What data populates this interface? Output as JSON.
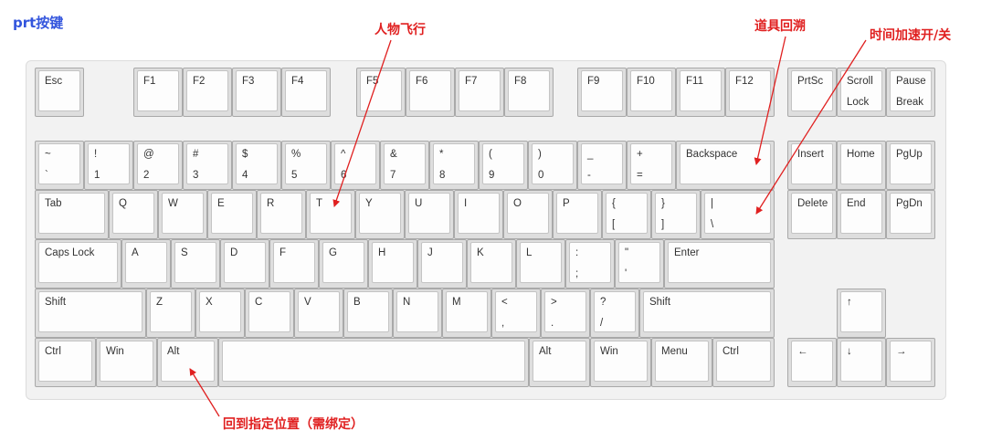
{
  "title": "prt按键",
  "annotations": {
    "fly": "人物飞行",
    "item_rewind": "道具回溯",
    "time_accel": "时间加速开/关",
    "return_pos": "回到指定位置（需绑定）"
  },
  "colors": {
    "title": "#3355dd",
    "annotation": "#e02020",
    "key_face": "#fdfdfd",
    "key_border": "#a9a9a9"
  },
  "keys": [
    {
      "id": "esc",
      "l1": "Esc",
      "l2": ""
    },
    {
      "id": "f1",
      "l1": "F1",
      "l2": ""
    },
    {
      "id": "f2",
      "l1": "F2",
      "l2": ""
    },
    {
      "id": "f3",
      "l1": "F3",
      "l2": ""
    },
    {
      "id": "f4",
      "l1": "F4",
      "l2": ""
    },
    {
      "id": "f5",
      "l1": "F5",
      "l2": ""
    },
    {
      "id": "f6",
      "l1": "F6",
      "l2": ""
    },
    {
      "id": "f7",
      "l1": "F7",
      "l2": ""
    },
    {
      "id": "f8",
      "l1": "F8",
      "l2": ""
    },
    {
      "id": "f9",
      "l1": "F9",
      "l2": ""
    },
    {
      "id": "f10",
      "l1": "F10",
      "l2": ""
    },
    {
      "id": "f11",
      "l1": "F11",
      "l2": ""
    },
    {
      "id": "f12",
      "l1": "F12",
      "l2": ""
    },
    {
      "id": "prtsc",
      "l1": "PrtSc",
      "l2": ""
    },
    {
      "id": "scroll",
      "l1": "Scroll",
      "l2": "Lock"
    },
    {
      "id": "pause",
      "l1": "Pause",
      "l2": "Break"
    },
    {
      "id": "tilde",
      "l1": "~",
      "l2": "`"
    },
    {
      "id": "k1",
      "l1": "!",
      "l2": "1"
    },
    {
      "id": "k2",
      "l1": "@",
      "l2": "2"
    },
    {
      "id": "k3",
      "l1": "#",
      "l2": "3"
    },
    {
      "id": "k4",
      "l1": "$",
      "l2": "4"
    },
    {
      "id": "k5",
      "l1": "%",
      "l2": "5"
    },
    {
      "id": "k6",
      "l1": "^",
      "l2": "6"
    },
    {
      "id": "k7",
      "l1": "&",
      "l2": "7"
    },
    {
      "id": "k8",
      "l1": "*",
      "l2": "8"
    },
    {
      "id": "k9",
      "l1": "(",
      "l2": "9"
    },
    {
      "id": "k0",
      "l1": ")",
      "l2": "0"
    },
    {
      "id": "minus",
      "l1": "_",
      "l2": "-"
    },
    {
      "id": "equal",
      "l1": "+",
      "l2": "="
    },
    {
      "id": "backspace",
      "l1": "Backspace",
      "l2": ""
    },
    {
      "id": "insert",
      "l1": "Insert",
      "l2": ""
    },
    {
      "id": "home",
      "l1": "Home",
      "l2": ""
    },
    {
      "id": "pgup",
      "l1": "PgUp",
      "l2": ""
    },
    {
      "id": "tab",
      "l1": "Tab",
      "l2": ""
    },
    {
      "id": "q",
      "l1": "Q",
      "l2": ""
    },
    {
      "id": "w",
      "l1": "W",
      "l2": ""
    },
    {
      "id": "e",
      "l1": "E",
      "l2": ""
    },
    {
      "id": "r",
      "l1": "R",
      "l2": ""
    },
    {
      "id": "t",
      "l1": "T",
      "l2": ""
    },
    {
      "id": "y",
      "l1": "Y",
      "l2": ""
    },
    {
      "id": "u",
      "l1": "U",
      "l2": ""
    },
    {
      "id": "i",
      "l1": "I",
      "l2": ""
    },
    {
      "id": "o",
      "l1": "O",
      "l2": ""
    },
    {
      "id": "p",
      "l1": "P",
      "l2": ""
    },
    {
      "id": "lbracket",
      "l1": "{",
      "l2": "["
    },
    {
      "id": "rbracket",
      "l1": "}",
      "l2": "]"
    },
    {
      "id": "backslash",
      "l1": "|",
      "l2": "\\"
    },
    {
      "id": "delete",
      "l1": "Delete",
      "l2": ""
    },
    {
      "id": "end",
      "l1": "End",
      "l2": ""
    },
    {
      "id": "pgdn",
      "l1": "PgDn",
      "l2": ""
    },
    {
      "id": "caps",
      "l1": "Caps Lock",
      "l2": ""
    },
    {
      "id": "a",
      "l1": "A",
      "l2": ""
    },
    {
      "id": "s",
      "l1": "S",
      "l2": ""
    },
    {
      "id": "d",
      "l1": "D",
      "l2": ""
    },
    {
      "id": "f",
      "l1": "F",
      "l2": ""
    },
    {
      "id": "g",
      "l1": "G",
      "l2": ""
    },
    {
      "id": "h",
      "l1": "H",
      "l2": ""
    },
    {
      "id": "j",
      "l1": "J",
      "l2": ""
    },
    {
      "id": "k",
      "l1": "K",
      "l2": ""
    },
    {
      "id": "l",
      "l1": "L",
      "l2": ""
    },
    {
      "id": "semicolon",
      "l1": ":",
      "l2": ";"
    },
    {
      "id": "quote",
      "l1": "\"",
      "l2": "'"
    },
    {
      "id": "enter",
      "l1": "Enter",
      "l2": ""
    },
    {
      "id": "lshift",
      "l1": "Shift",
      "l2": ""
    },
    {
      "id": "z",
      "l1": "Z",
      "l2": ""
    },
    {
      "id": "x",
      "l1": "X",
      "l2": ""
    },
    {
      "id": "c",
      "l1": "C",
      "l2": ""
    },
    {
      "id": "v",
      "l1": "V",
      "l2": ""
    },
    {
      "id": "b",
      "l1": "B",
      "l2": ""
    },
    {
      "id": "n",
      "l1": "N",
      "l2": ""
    },
    {
      "id": "m",
      "l1": "M",
      "l2": ""
    },
    {
      "id": "comma",
      "l1": "<",
      "l2": ","
    },
    {
      "id": "period",
      "l1": ">",
      "l2": "."
    },
    {
      "id": "slash",
      "l1": "?",
      "l2": "/"
    },
    {
      "id": "rshift",
      "l1": "Shift",
      "l2": ""
    },
    {
      "id": "up",
      "l1": "↑",
      "l2": ""
    },
    {
      "id": "lctrl",
      "l1": "Ctrl",
      "l2": ""
    },
    {
      "id": "lwin",
      "l1": "Win",
      "l2": ""
    },
    {
      "id": "lalt",
      "l1": "Alt",
      "l2": ""
    },
    {
      "id": "space",
      "l1": "",
      "l2": ""
    },
    {
      "id": "ralt",
      "l1": "Alt",
      "l2": ""
    },
    {
      "id": "rwin",
      "l1": "Win",
      "l2": ""
    },
    {
      "id": "menu",
      "l1": "Menu",
      "l2": ""
    },
    {
      "id": "rctrl",
      "l1": "Ctrl",
      "l2": ""
    },
    {
      "id": "left",
      "l1": "←",
      "l2": ""
    },
    {
      "id": "down",
      "l1": "↓",
      "l2": ""
    },
    {
      "id": "right",
      "l1": "→",
      "l2": ""
    }
  ]
}
